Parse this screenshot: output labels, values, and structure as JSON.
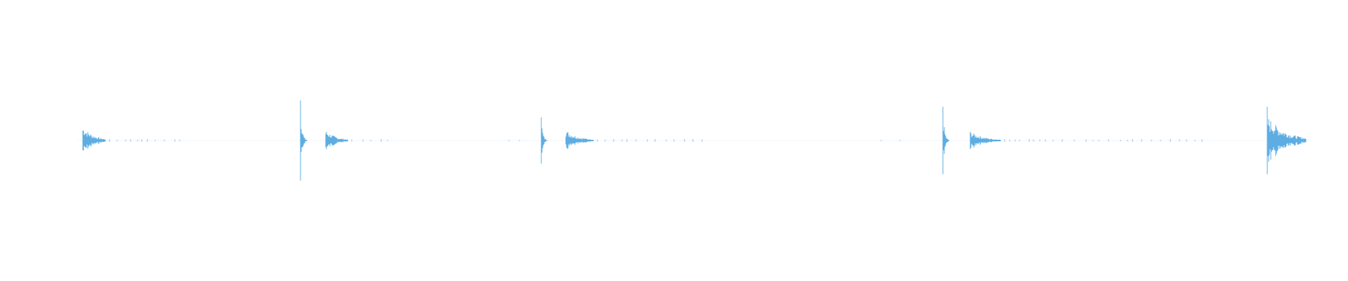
{
  "waveform": {
    "color": "#5dade2",
    "background": "#ffffff",
    "channel": "mono",
    "bursts": [
      {
        "impulse": 0.0,
        "body": 0.35,
        "decay_ms": 60
      },
      {
        "impulse": 0.95,
        "body": 0.25,
        "decay_ms": 50
      },
      {
        "impulse": 0.55,
        "body": 0.25,
        "decay_ms": 50
      },
      {
        "impulse": 0.8,
        "body": 0.22,
        "decay_ms": 70
      },
      {
        "impulse": 0.8,
        "body": 0.6,
        "decay_ms": 80
      }
    ]
  }
}
